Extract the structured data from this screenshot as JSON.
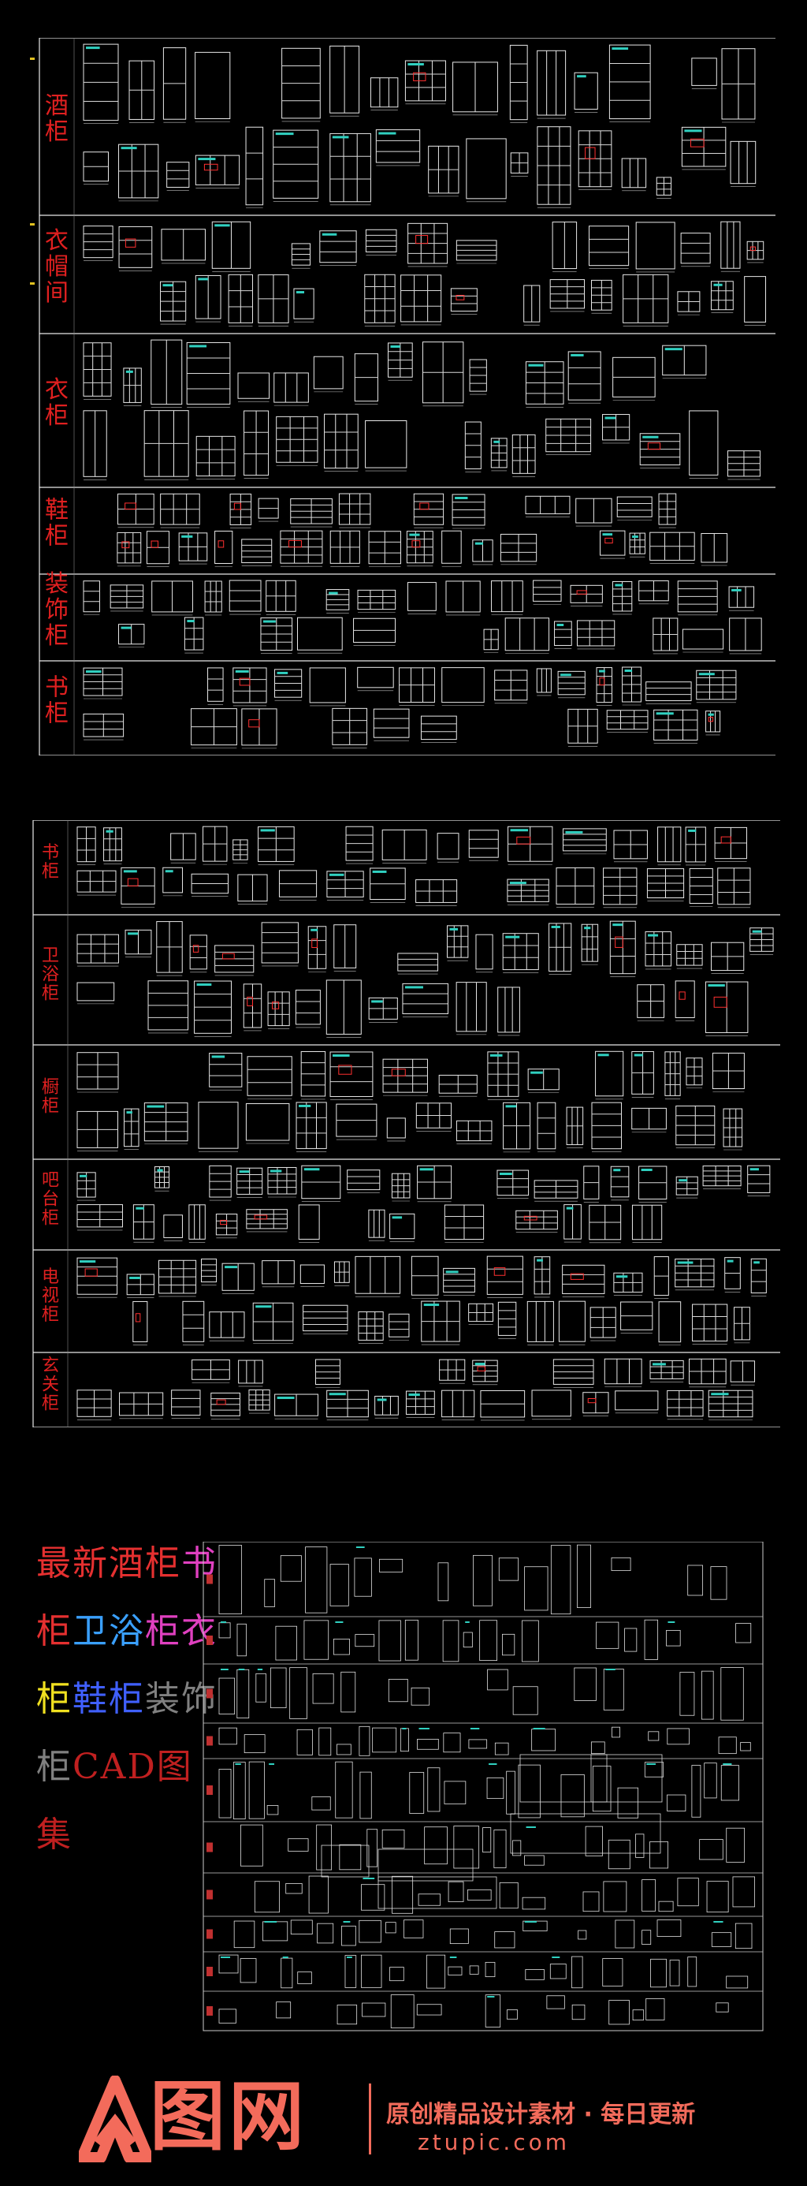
{
  "panel1": {
    "categories": [
      "酒柜",
      "衣帽间",
      "衣柜",
      "鞋柜",
      "装饰柜",
      "书柜"
    ]
  },
  "panel2": {
    "categories": [
      "书柜",
      "卫浴柜",
      "橱柜",
      "吧台柜",
      "电视柜",
      "玄关柜"
    ]
  },
  "promo": {
    "segments": [
      {
        "text": "最新",
        "color": "#e53030"
      },
      {
        "text": "酒柜",
        "color": "#e53030"
      },
      {
        "text": "书",
        "color": "#e040c0"
      },
      {
        "text": "柜",
        "color": "#e53030"
      },
      {
        "text": "卫浴",
        "color": "#3aa0ff"
      },
      {
        "text": "柜",
        "color": "#e040c0"
      },
      {
        "text": "衣",
        "color": "#e040c0"
      },
      {
        "text": "柜",
        "color": "#f0e020"
      },
      {
        "text": "鞋柜",
        "color": "#4060ff"
      },
      {
        "text": "装饰",
        "color": "#808080"
      },
      {
        "text": "柜",
        "color": "#808080"
      },
      {
        "text": "CAD",
        "color": "#c02020"
      },
      {
        "text": "图",
        "color": "#c02020"
      },
      {
        "text": "集",
        "color": "#c02020"
      }
    ]
  },
  "footer": {
    "logo_text": "图网",
    "slogan": "原创精品设计素材 · 每日更新",
    "domain": "ztupic.com"
  }
}
